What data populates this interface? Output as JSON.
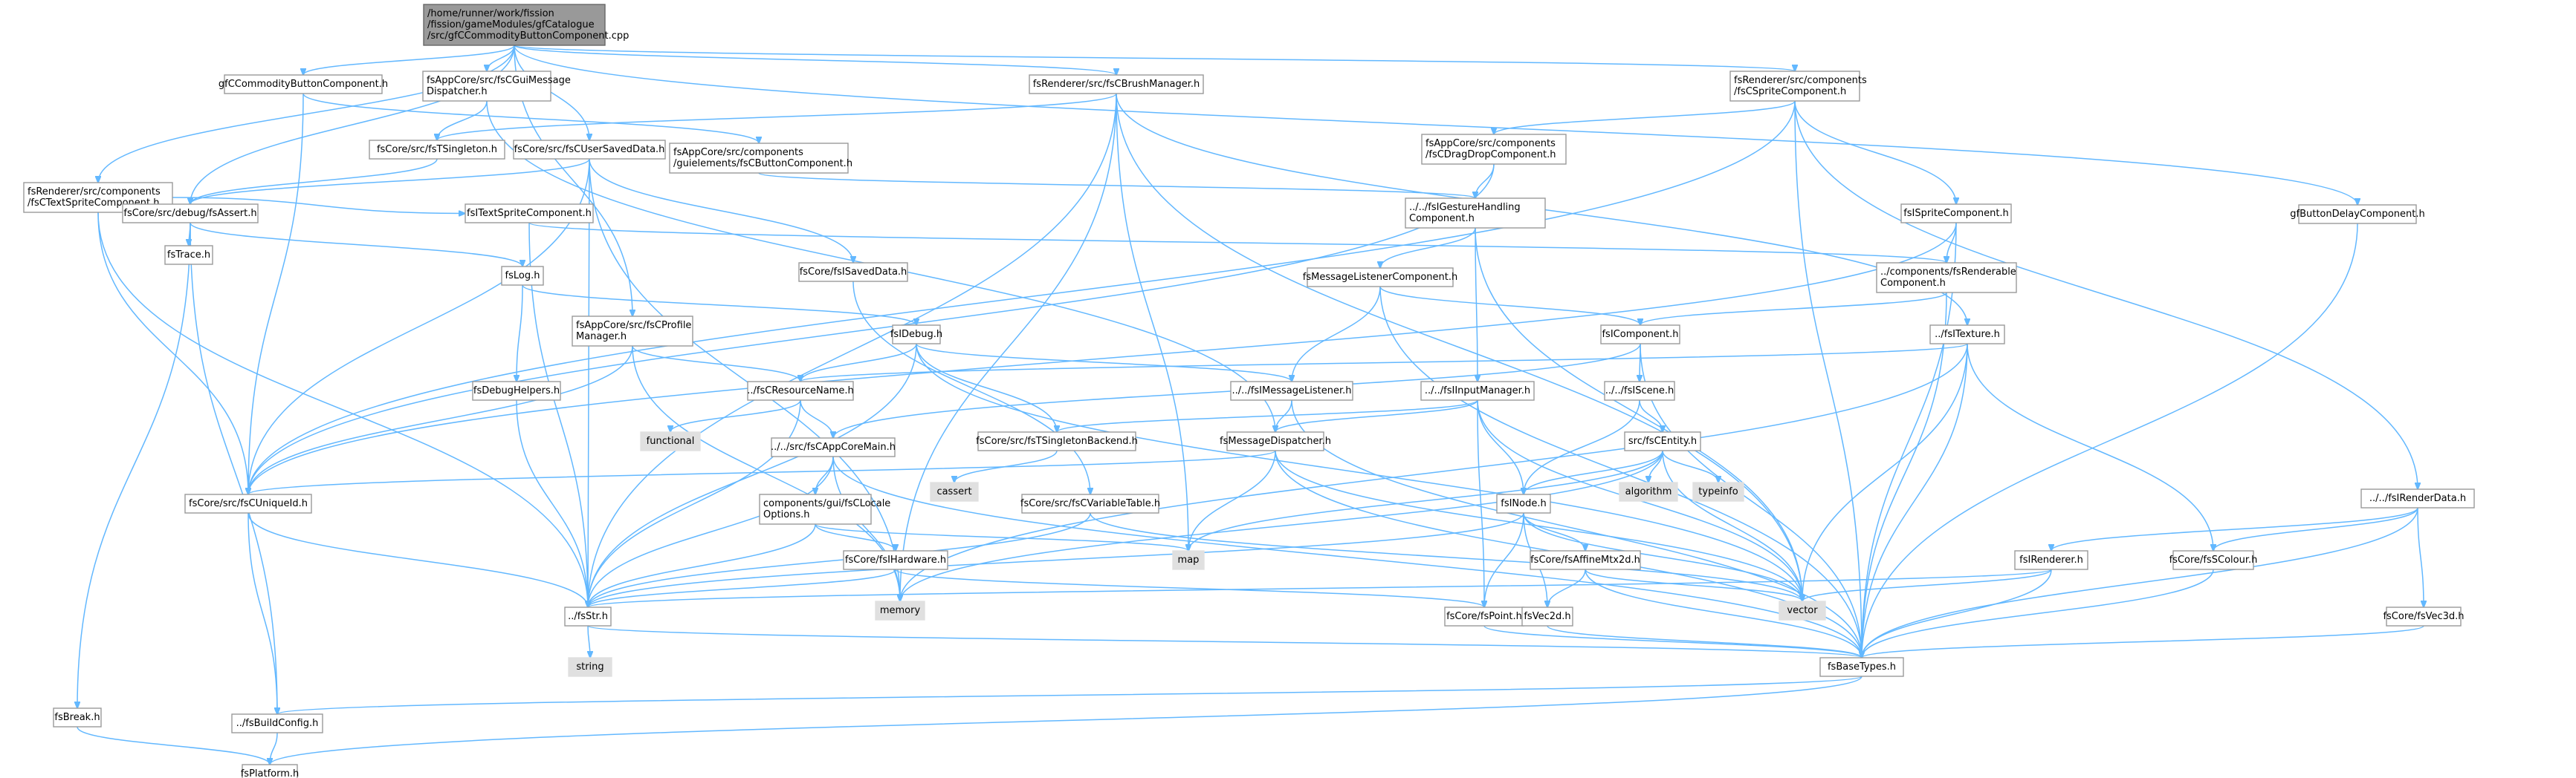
{
  "colors": {
    "edge": "#63b8ff",
    "node_border": "#999999",
    "node_fill": "#ffffff",
    "root_fill": "#999999",
    "external_fill": "#e0e0e0"
  },
  "nodes": [
    {
      "id": "root",
      "kind": "root",
      "lines": [
        "/home/runner/work/fission",
        "/fission/gameModules/gfCatalogue",
        "/src/gfCCommodityButtonComponent.cpp"
      ]
    },
    {
      "id": "gfccbc",
      "kind": "normal",
      "lines": [
        "gfCCommodityButtonComponent.h"
      ]
    },
    {
      "id": "guimsg",
      "kind": "normal",
      "lines": [
        "fsAppCore/src/fsCGuiMessage",
        "Dispatcher.h"
      ]
    },
    {
      "id": "brush",
      "kind": "normal",
      "lines": [
        "fsRenderer/src/fsCBrushManager.h"
      ]
    },
    {
      "id": "sprite",
      "kind": "normal",
      "lines": [
        "fsRenderer/src/components",
        "/fsCSpriteComponent.h"
      ]
    },
    {
      "id": "gfbdc",
      "kind": "normal",
      "lines": [
        "gfButtonDelayComponent.h"
      ]
    },
    {
      "id": "textsprite",
      "kind": "normal",
      "lines": [
        "fsRenderer/src/components",
        "/fsCTextSpriteComponent.h"
      ]
    },
    {
      "id": "buttoncomp",
      "kind": "normal",
      "lines": [
        "fsAppCore/src/components",
        "/guielements/fsCButtonComponent.h"
      ]
    },
    {
      "id": "singleton",
      "kind": "normal",
      "lines": [
        "fsCore/src/fsTSingleton.h"
      ]
    },
    {
      "id": "usersaved",
      "kind": "normal",
      "lines": [
        "fsCore/src/fsCUserSavedData.h"
      ]
    },
    {
      "id": "dragdrop",
      "kind": "normal",
      "lines": [
        "fsAppCore/src/components",
        "/fsCDragDropComponent.h"
      ]
    },
    {
      "id": "assert",
      "kind": "normal",
      "lines": [
        "fsCore/src/debug/fsAssert.h"
      ]
    },
    {
      "id": "itextsprite",
      "kind": "normal",
      "lines": [
        "fsITextSpriteComponent.h"
      ]
    },
    {
      "id": "gesture",
      "kind": "normal",
      "lines": [
        "../../fsIGestureHandling",
        "Component.h"
      ]
    },
    {
      "id": "ispritecomp",
      "kind": "normal",
      "lines": [
        "fsISpriteComponent.h"
      ]
    },
    {
      "id": "trace",
      "kind": "normal",
      "lines": [
        "fsTrace.h"
      ]
    },
    {
      "id": "log",
      "kind": "normal",
      "lines": [
        "fsLog.h"
      ]
    },
    {
      "id": "isaved",
      "kind": "normal",
      "lines": [
        "fsCore/fsISavedData.h"
      ]
    },
    {
      "id": "msglistenercomp",
      "kind": "normal",
      "lines": [
        "fsMessageListenerComponent.h"
      ]
    },
    {
      "id": "renderablecomp",
      "kind": "normal",
      "lines": [
        "../components/fsRenderable",
        "Component.h"
      ]
    },
    {
      "id": "profile",
      "kind": "normal",
      "lines": [
        "fsAppCore/src/fsCProfile",
        "Manager.h"
      ]
    },
    {
      "id": "debug",
      "kind": "normal",
      "lines": [
        "fsIDebug.h"
      ]
    },
    {
      "id": "icomponent",
      "kind": "normal",
      "lines": [
        "fsIComponent.h"
      ]
    },
    {
      "id": "itexture",
      "kind": "normal",
      "lines": [
        "../fsITexture.h"
      ]
    },
    {
      "id": "debughelpers",
      "kind": "normal",
      "lines": [
        "fsDebugHelpers.h"
      ]
    },
    {
      "id": "resname",
      "kind": "normal",
      "lines": [
        "../fsCResourceName.h"
      ]
    },
    {
      "id": "imsglistener",
      "kind": "normal",
      "lines": [
        "../../fsIMessageListener.h"
      ]
    },
    {
      "id": "iinput",
      "kind": "normal",
      "lines": [
        "../../fsIInputManager.h"
      ]
    },
    {
      "id": "iscene",
      "kind": "normal",
      "lines": [
        "../../fsIScene.h"
      ]
    },
    {
      "id": "functional",
      "kind": "external",
      "lines": [
        "functional"
      ]
    },
    {
      "id": "appcoremain",
      "kind": "normal",
      "lines": [
        "../../src/fsCAppCoreMain.h"
      ]
    },
    {
      "id": "singletonbackend",
      "kind": "normal",
      "lines": [
        "fsCore/src/fsTSingletonBackend.h"
      ]
    },
    {
      "id": "msgdispatcher",
      "kind": "normal",
      "lines": [
        "fsMessageDispatcher.h"
      ]
    },
    {
      "id": "centity",
      "kind": "normal",
      "lines": [
        "src/fsCEntity.h"
      ]
    },
    {
      "id": "cassert",
      "kind": "external",
      "lines": [
        "cassert"
      ]
    },
    {
      "id": "algorithm",
      "kind": "external",
      "lines": [
        "algorithm"
      ]
    },
    {
      "id": "typeinfo",
      "kind": "external",
      "lines": [
        "typeinfo"
      ]
    },
    {
      "id": "irenderdata",
      "kind": "normal",
      "lines": [
        "../../fsIRenderData.h"
      ]
    },
    {
      "id": "cuniqueid",
      "kind": "normal",
      "lines": [
        "fsCore/src/fsCUniqueId.h"
      ]
    },
    {
      "id": "locale",
      "kind": "normal",
      "lines": [
        "components/gui/fsCLocale",
        "Options.h"
      ]
    },
    {
      "id": "cvartable",
      "kind": "normal",
      "lines": [
        "fsCore/src/fsCVariableTable.h"
      ]
    },
    {
      "id": "inode",
      "kind": "normal",
      "lines": [
        "fsINode.h"
      ]
    },
    {
      "id": "irenderer",
      "kind": "normal",
      "lines": [
        "fsIRenderer.h"
      ]
    },
    {
      "id": "scolour",
      "kind": "normal",
      "lines": [
        "fsCore/fsSColour.h"
      ]
    },
    {
      "id": "map",
      "kind": "external",
      "lines": [
        "map"
      ]
    },
    {
      "id": "hardware",
      "kind": "normal",
      "lines": [
        "fsCore/fsIHardware.h"
      ]
    },
    {
      "id": "affinemtx",
      "kind": "normal",
      "lines": [
        "fsCore/fsAffineMtx2d.h"
      ]
    },
    {
      "id": "memory",
      "kind": "external",
      "lines": [
        "memory"
      ]
    },
    {
      "id": "vector",
      "kind": "external",
      "lines": [
        "vector"
      ]
    },
    {
      "id": "fsstr",
      "kind": "normal",
      "lines": [
        "../fsStr.h"
      ]
    },
    {
      "id": "fspoint",
      "kind": "normal",
      "lines": [
        "fsCore/fsPoint.h"
      ]
    },
    {
      "id": "vec2d",
      "kind": "normal",
      "lines": [
        "fsVec2d.h"
      ]
    },
    {
      "id": "vec3d",
      "kind": "normal",
      "lines": [
        "fsCore/fsVec3d.h"
      ]
    },
    {
      "id": "string",
      "kind": "external",
      "lines": [
        "string"
      ]
    },
    {
      "id": "basetypes",
      "kind": "normal",
      "lines": [
        "fsBaseTypes.h"
      ]
    },
    {
      "id": "break",
      "kind": "normal",
      "lines": [
        "fsBreak.h"
      ]
    },
    {
      "id": "buildconfig",
      "kind": "normal",
      "lines": [
        "../fsBuildConfig.h"
      ]
    },
    {
      "id": "platform",
      "kind": "normal",
      "lines": [
        "fsPlatform.h"
      ]
    }
  ],
  "edges": [
    [
      "root",
      "gfccbc"
    ],
    [
      "root",
      "guimsg"
    ],
    [
      "root",
      "brush"
    ],
    [
      "root",
      "sprite"
    ],
    [
      "root",
      "gfbdc"
    ],
    [
      "root",
      "textsprite"
    ],
    [
      "root",
      "usersaved"
    ],
    [
      "root",
      "assert"
    ],
    [
      "root",
      "profile"
    ],
    [
      "gfccbc",
      "buttoncomp"
    ],
    [
      "gfccbc",
      "cuniqueid"
    ],
    [
      "guimsg",
      "singleton"
    ],
    [
      "guimsg",
      "msgdispatcher"
    ],
    [
      "brush",
      "singleton"
    ],
    [
      "brush",
      "vector"
    ],
    [
      "brush",
      "map"
    ],
    [
      "brush",
      "memory"
    ],
    [
      "brush",
      "fsstr"
    ],
    [
      "brush",
      "itexture"
    ],
    [
      "sprite",
      "dragdrop"
    ],
    [
      "sprite",
      "ispritecomp"
    ],
    [
      "sprite",
      "irenderdata"
    ],
    [
      "sprite",
      "basetypes"
    ],
    [
      "sprite",
      "cuniqueid"
    ],
    [
      "gfbdc",
      "basetypes"
    ],
    [
      "textsprite",
      "itextsprite"
    ],
    [
      "textsprite",
      "cuniqueid"
    ],
    [
      "textsprite",
      "fsstr"
    ],
    [
      "buttoncomp",
      "gesture"
    ],
    [
      "singleton",
      "assert"
    ],
    [
      "usersaved",
      "isaved"
    ],
    [
      "usersaved",
      "memory"
    ],
    [
      "usersaved",
      "fsstr"
    ],
    [
      "usersaved",
      "assert"
    ],
    [
      "usersaved",
      "cuniqueid"
    ],
    [
      "dragdrop",
      "gesture"
    ],
    [
      "dragdrop",
      "cuniqueid"
    ],
    [
      "assert",
      "trace"
    ],
    [
      "assert",
      "log"
    ],
    [
      "assert",
      "break"
    ],
    [
      "assert",
      "buildconfig"
    ],
    [
      "itextsprite",
      "renderablecomp"
    ],
    [
      "itextsprite",
      "fsstr"
    ],
    [
      "gesture",
      "msglistenercomp"
    ],
    [
      "gesture",
      "iinput"
    ],
    [
      "gesture",
      "vector"
    ],
    [
      "ispritecomp",
      "renderablecomp"
    ],
    [
      "ispritecomp",
      "basetypes"
    ],
    [
      "ispritecomp",
      "cuniqueid"
    ],
    [
      "log",
      "debug"
    ],
    [
      "log",
      "debughelpers"
    ],
    [
      "isaved",
      "cvartable"
    ],
    [
      "msglistenercomp",
      "icomponent"
    ],
    [
      "msglistenercomp",
      "imsglistener"
    ],
    [
      "msglistenercomp",
      "basetypes"
    ],
    [
      "renderablecomp",
      "icomponent"
    ],
    [
      "renderablecomp",
      "basetypes"
    ],
    [
      "profile",
      "resname"
    ],
    [
      "profile",
      "cuniqueid"
    ],
    [
      "profile",
      "memory"
    ],
    [
      "debug",
      "resname"
    ],
    [
      "debug",
      "imsglistener"
    ],
    [
      "debug",
      "singletonbackend"
    ],
    [
      "debug",
      "vector"
    ],
    [
      "debug",
      "fsstr"
    ],
    [
      "icomponent",
      "iscene"
    ],
    [
      "icomponent",
      "appcoremain"
    ],
    [
      "icomponent",
      "basetypes"
    ],
    [
      "itexture",
      "resname"
    ],
    [
      "itexture",
      "scolour"
    ],
    [
      "itexture",
      "vector"
    ],
    [
      "itexture",
      "memory"
    ],
    [
      "itexture",
      "basetypes"
    ],
    [
      "debughelpers",
      "fsstr"
    ],
    [
      "resname",
      "functional"
    ],
    [
      "resname",
      "appcoremain"
    ],
    [
      "resname",
      "fsstr"
    ],
    [
      "imsglistener",
      "msgdispatcher"
    ],
    [
      "imsglistener",
      "basetypes"
    ],
    [
      "iinput",
      "msgdispatcher"
    ],
    [
      "iinput",
      "inode"
    ],
    [
      "iinput",
      "singletonbackend"
    ],
    [
      "iinput",
      "fspoint"
    ],
    [
      "iinput",
      "vector"
    ],
    [
      "iscene",
      "centity"
    ],
    [
      "iscene",
      "inode"
    ],
    [
      "appcoremain",
      "locale"
    ],
    [
      "appcoremain",
      "basetypes"
    ],
    [
      "appcoremain",
      "memory"
    ],
    [
      "appcoremain",
      "fsstr"
    ],
    [
      "singletonbackend",
      "cassert"
    ],
    [
      "msgdispatcher",
      "cuniqueid"
    ],
    [
      "msgdispatcher",
      "map"
    ],
    [
      "msgdispatcher",
      "vector"
    ],
    [
      "msgdispatcher",
      "basetypes"
    ],
    [
      "centity",
      "algorithm"
    ],
    [
      "centity",
      "typeinfo"
    ],
    [
      "centity",
      "inode"
    ],
    [
      "centity",
      "vector"
    ],
    [
      "centity",
      "memory"
    ],
    [
      "centity",
      "map"
    ],
    [
      "irenderdata",
      "irenderer"
    ],
    [
      "irenderdata",
      "scolour"
    ],
    [
      "irenderdata",
      "vec3d"
    ],
    [
      "irenderdata",
      "basetypes"
    ],
    [
      "cuniqueid",
      "fsstr"
    ],
    [
      "cuniqueid",
      "buildconfig"
    ],
    [
      "locale",
      "hardware"
    ],
    [
      "locale",
      "map"
    ],
    [
      "locale",
      "fsstr"
    ],
    [
      "cvartable",
      "fsstr"
    ],
    [
      "cvartable",
      "vector"
    ],
    [
      "inode",
      "affinemtx"
    ],
    [
      "inode",
      "vec2d"
    ],
    [
      "inode",
      "fspoint"
    ],
    [
      "inode",
      "vector"
    ],
    [
      "inode",
      "fsstr"
    ],
    [
      "irenderer",
      "vector"
    ],
    [
      "irenderer",
      "fsstr"
    ],
    [
      "irenderer",
      "basetypes"
    ],
    [
      "scolour",
      "basetypes"
    ],
    [
      "hardware",
      "fspoint"
    ],
    [
      "hardware",
      "fsstr"
    ],
    [
      "affinemtx",
      "vec2d"
    ],
    [
      "affinemtx",
      "basetypes"
    ],
    [
      "affinemtx",
      "vector"
    ],
    [
      "fsstr",
      "string"
    ],
    [
      "fsstr",
      "basetypes"
    ],
    [
      "fspoint",
      "basetypes"
    ],
    [
      "vec2d",
      "basetypes"
    ],
    [
      "vec3d",
      "basetypes"
    ],
    [
      "basetypes",
      "buildconfig"
    ],
    [
      "basetypes",
      "platform"
    ],
    [
      "break",
      "platform"
    ],
    [
      "buildconfig",
      "platform"
    ]
  ]
}
